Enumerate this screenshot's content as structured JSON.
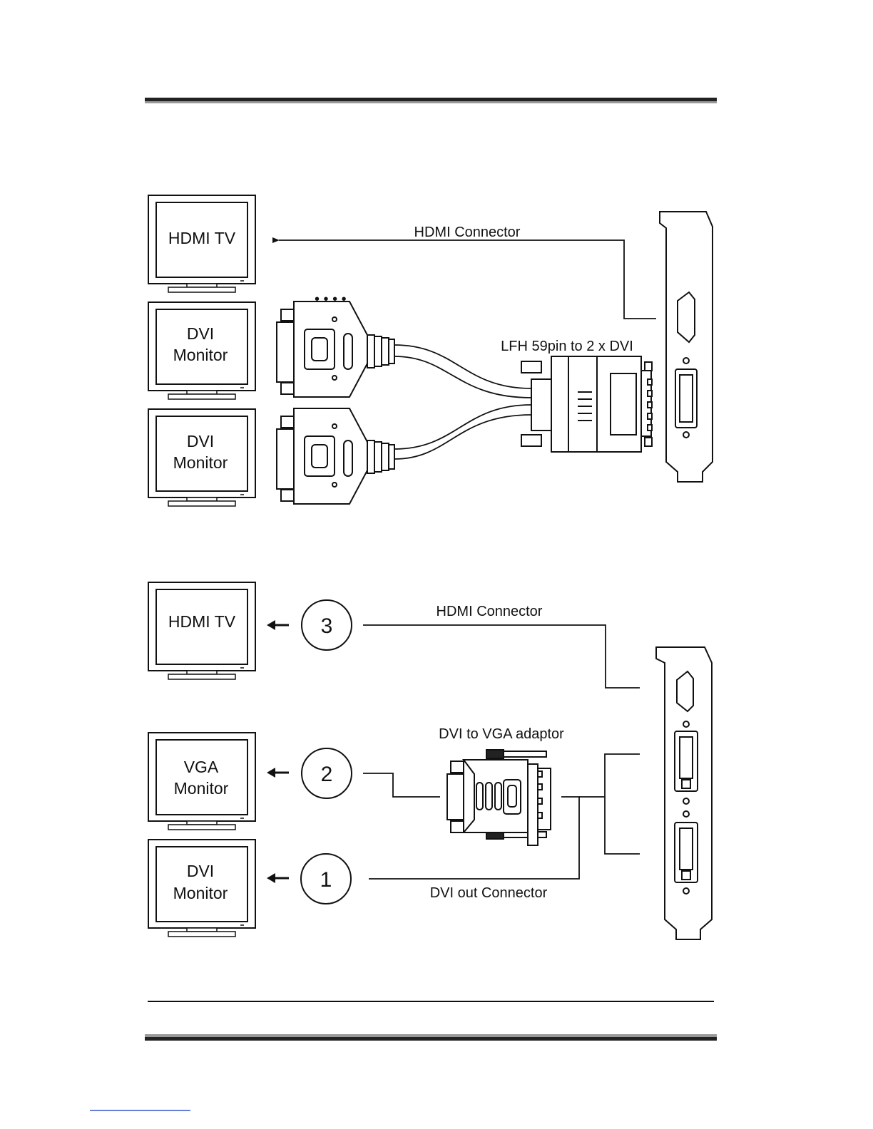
{
  "diagram1": {
    "hdmi_tv_label": "HDMI TV",
    "monitor1_line1": "DVI",
    "monitor1_line2": "Monitor",
    "monitor2_line1": "DVI",
    "monitor2_line2": "Monitor",
    "hdmi_connector_label": "HDMI Connector",
    "cable_label": "LFH 59pin to 2 x DVI"
  },
  "diagram2": {
    "hdmi_tv_label": "HDMI TV",
    "vga_monitor_line1": "VGA",
    "vga_monitor_line2": "Monitor",
    "dvi_monitor_line1": "DVI",
    "dvi_monitor_line2": "Monitor",
    "badge_3": "3",
    "badge_2": "2",
    "badge_1": "1",
    "hdmi_connector_label": "HDMI Connector",
    "adaptor_label": "DVI to VGA adaptor",
    "dvi_out_label": "DVI out Connector"
  },
  "colors": {
    "ink": "#111111",
    "rule": "#333333"
  }
}
